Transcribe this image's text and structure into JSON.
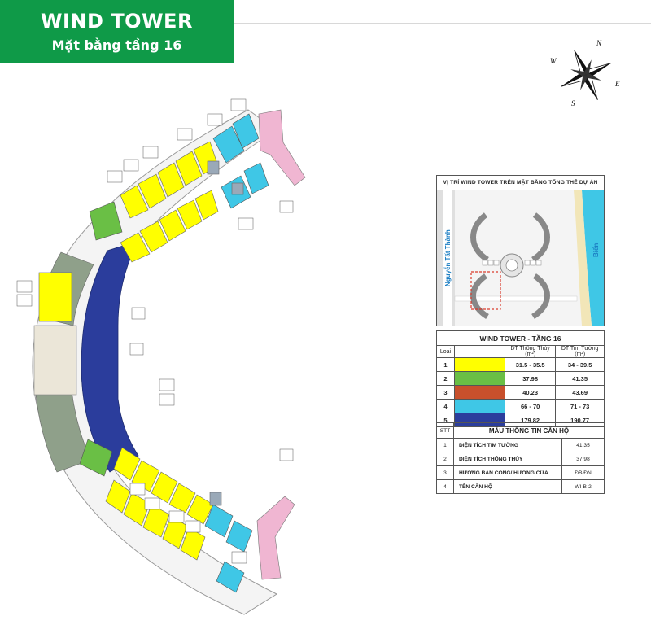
{
  "header": {
    "title": "WIND TOWER",
    "subtitle": "Mặt bằng tầng 16"
  },
  "compass": {
    "n": "N",
    "e": "E",
    "s": "S",
    "w": "W"
  },
  "site_plan": {
    "title": "VỊ TRÍ WIND TOWER TRÊN MẶT BẰNG TỔNG THỂ DỰ ÁN",
    "road_label": "Nguyễn Tất Thành",
    "sea_label": "Biển"
  },
  "legend": {
    "title": "WIND TOWER - TẦNG 16",
    "headers": [
      "Loại",
      "",
      "DT Thông Thủy (m²)",
      "DT Tim Tường (m²)"
    ],
    "rows": [
      {
        "loai": "1",
        "color": "#ffff00",
        "thong_thuy": "31.5 - 35.5",
        "tim_tuong": "34 - 39.5"
      },
      {
        "loai": "2",
        "color": "#6abf45",
        "thong_thuy": "37.98",
        "tim_tuong": "41.35"
      },
      {
        "loai": "3",
        "color": "#c8502c",
        "thong_thuy": "40.23",
        "tim_tuong": "43.69"
      },
      {
        "loai": "4",
        "color": "#3fc7e6",
        "thong_thuy": "66 - 70",
        "tim_tuong": "71 - 73"
      },
      {
        "loai": "5",
        "color": "#2b3d9c",
        "thong_thuy": "179.82",
        "tim_tuong": "190.77"
      }
    ]
  },
  "info": {
    "headers": [
      "STT",
      "MẪU THÔNG TIN CĂN HỘ"
    ],
    "rows": [
      {
        "stt": "1",
        "label": "DIỆN TÍCH TIM TƯỜNG",
        "value": "41.35"
      },
      {
        "stt": "2",
        "label": "DIỆN TÍCH THÔNG THỦY",
        "value": "37.98"
      },
      {
        "stt": "3",
        "label": "HƯỚNG BAN CÔNG/ HƯỚNG CỬA",
        "value": "ĐB/ĐN"
      },
      {
        "stt": "4",
        "label": "TÊN CĂN HỘ",
        "value": "WI-B-2"
      }
    ]
  },
  "colors": {
    "brand_green": "#0f9a48",
    "type1": "#ffff00",
    "type2": "#6abf45",
    "type3": "#c8502c",
    "type4": "#3fc7e6",
    "type5": "#2b3d9c",
    "amenity": "#f0b6d2",
    "common": "#8fa08a"
  }
}
